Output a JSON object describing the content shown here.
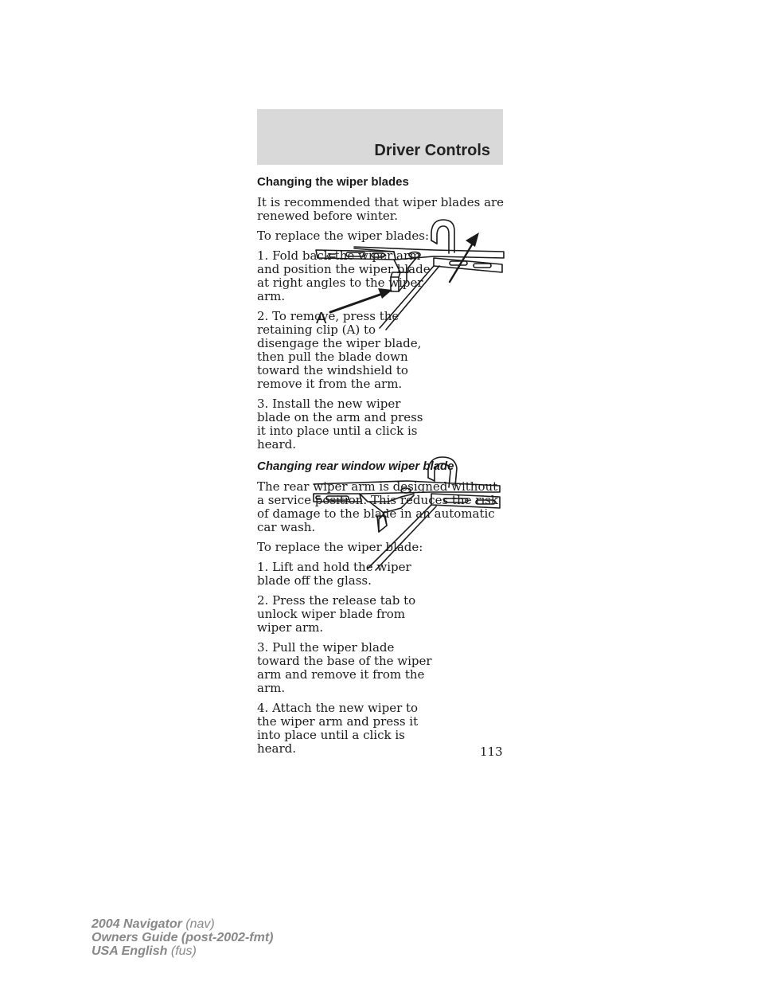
{
  "header": {
    "section_title": "Driver Controls"
  },
  "section1": {
    "heading": "Changing the wiper blades",
    "intro": "It is recommended that wiper blades are renewed before winter.",
    "lead": "To replace the wiper blades:",
    "steps": [
      "1. Fold back the wiper arm and position the wiper blade at right angles to the wiper arm.",
      "2. To remove, press the retaining clip (A) to disengage the wiper blade, then pull the blade down toward the windshield to remove it from the arm.",
      "3. Install the new wiper blade on the arm and press it into place until a click is heard."
    ],
    "figure_label": "A"
  },
  "section2": {
    "heading": "Changing rear window wiper blade",
    "intro": "The rear wiper arm is designed without a service position. This reduces the risk of damage to the blade in an automatic car wash.",
    "lead": "To replace the wiper blade:",
    "steps": [
      "1. Lift and hold the wiper blade off the glass.",
      "2. Press the release tab to unlock wiper blade from wiper arm.",
      "3. Pull the wiper blade toward the base of the wiper arm and remove it from the arm.",
      "4. Attach the new wiper to the wiper arm and press it into place until a click is heard."
    ]
  },
  "page_number": "113",
  "footer": {
    "line1_bold": "2004 Navigator",
    "line1_rest": "(nav)",
    "line2": "Owners Guide (post-2002-fmt)",
    "line3_bold": "USA English",
    "line3_rest": "(fus)"
  }
}
